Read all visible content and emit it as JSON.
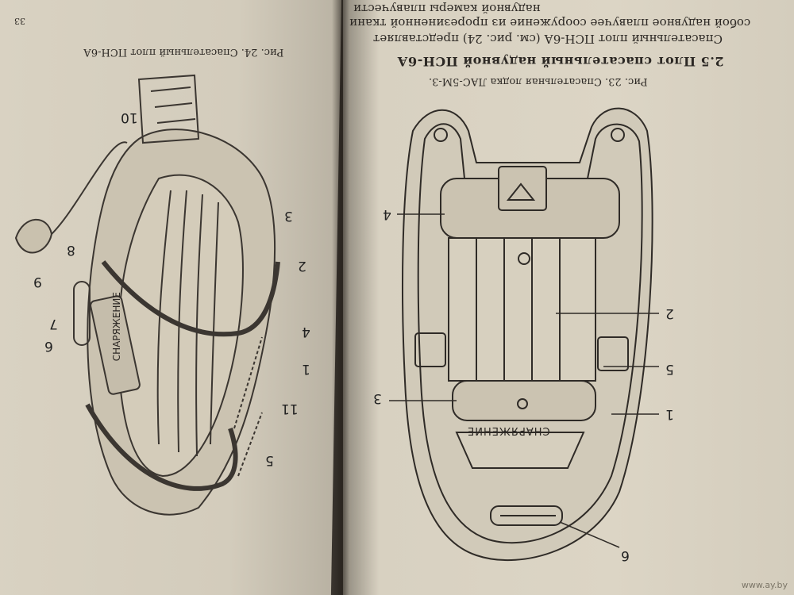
{
  "left_page": {
    "page_number": "33",
    "caption": "Рис. 24. Спасательный плот ПСН-6А",
    "raft_label": "СНАРЯЖЕНИЕ",
    "callouts": [
      "10",
      "3",
      "2",
      "8",
      "9",
      "7",
      "6",
      "4",
      "1",
      "11",
      "5"
    ]
  },
  "right_page": {
    "heading": "2.5 Плот спасательный надувной ПСН-6А",
    "paragraph_lines": [
      "Спасательный плот ПСН-6А (см. рис. 24) представляет",
      "собой надувное плавучее сооружение из прорезиненной ткани",
      "надувной камеры плавучести"
    ],
    "caption": "Рис. 23. Спасательная лодка ЛАС-5М-3.",
    "boat_label": "СНАРЯЖЕНИЕ",
    "callouts": [
      "4",
      "2",
      "5",
      "3",
      "1",
      "6"
    ]
  },
  "watermark": "www.ay.by"
}
